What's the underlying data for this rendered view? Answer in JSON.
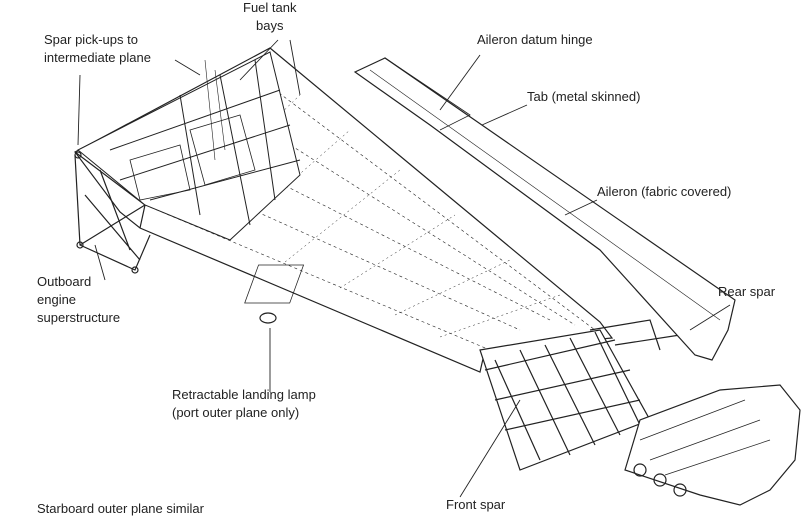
{
  "labels": {
    "fuel_tank_bays": [
      "Fuel tank",
      "bays"
    ],
    "spar_pickups": [
      "Spar pick-ups to",
      "intermediate plane"
    ],
    "aileron_datum_hinge": "Aileron datum hinge",
    "tab": "Tab (metal skinned)",
    "aileron": "Aileron (fabric covered)",
    "rear_spar": "Rear spar",
    "outboard_engine": [
      "Outboard",
      "engine",
      "superstructure"
    ],
    "landing_lamp": [
      "Retractable landing lamp",
      "(port outer plane only)"
    ],
    "starboard_note": "Starboard outer plane similar",
    "front_spar": "Front spar"
  },
  "colors": {
    "ink": "#222222",
    "paper": "#ffffff"
  }
}
